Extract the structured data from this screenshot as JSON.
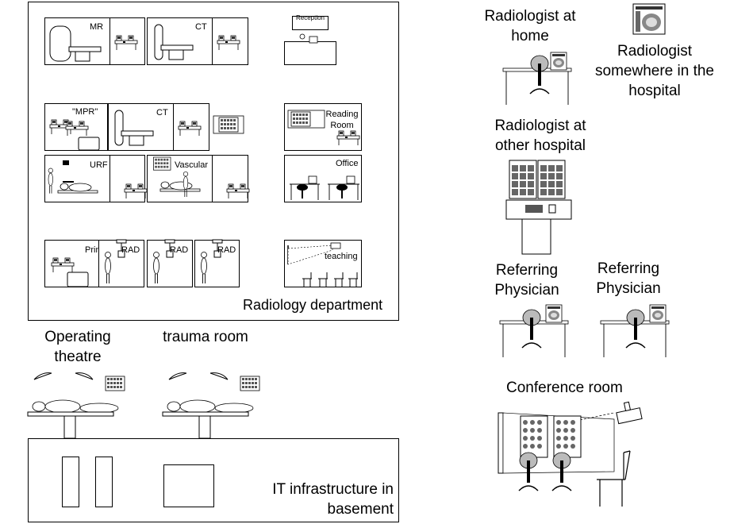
{
  "department": {
    "label": "Radiology department",
    "rooms": {
      "mr": "MR",
      "ct_top": "CT",
      "reception": "Reception",
      "mpr": "\"MPR\"",
      "ct_mid": "CT",
      "reading_room": "Reading Room",
      "urf": "URF",
      "vascular": "Vascular",
      "office": "Office",
      "printer": "Printer",
      "rad1": "RAD",
      "rad2": "RAD",
      "rad3": "RAD",
      "teaching": "teaching"
    }
  },
  "operating_theatre": "Operating theatre",
  "trauma_room": "trauma room",
  "it_infrastructure": "IT infrastructure in basement",
  "radiologist_home": "Radiologist at home",
  "radiologist_hospital": "Radiologist somewhere in the hospital",
  "radiologist_other": "Radiologist at other hospital",
  "referring_1": "Referring Physician",
  "referring_2": "Referring Physician",
  "conference_room": "Conference room"
}
